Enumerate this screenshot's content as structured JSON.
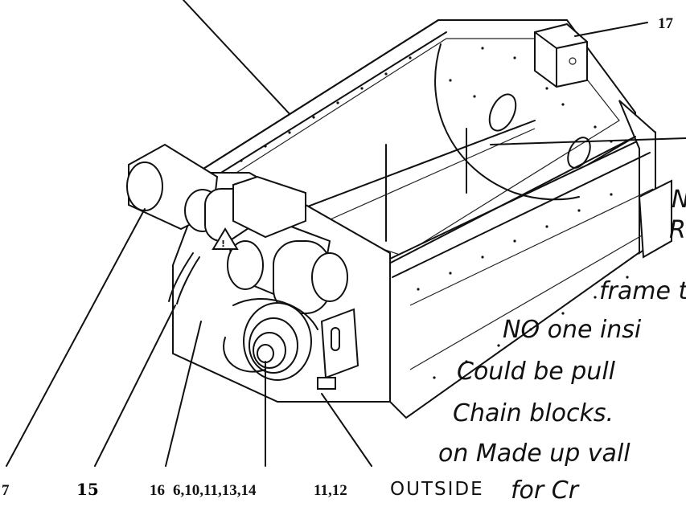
{
  "callouts": {
    "top_right": "17",
    "bottom": [
      "7",
      "15",
      "16",
      "6,10,11,13,14",
      "11,12"
    ]
  },
  "handwritten_note": {
    "line1": "N",
    "line2": "R",
    "line3": "frame t",
    "line4": "NO one insi",
    "line5": "Could be pull",
    "line6": "Chain blocks.",
    "line7": "on Made up vall",
    "line8_caps": "OUTSIDE",
    "line8_rest": "for Cr"
  }
}
